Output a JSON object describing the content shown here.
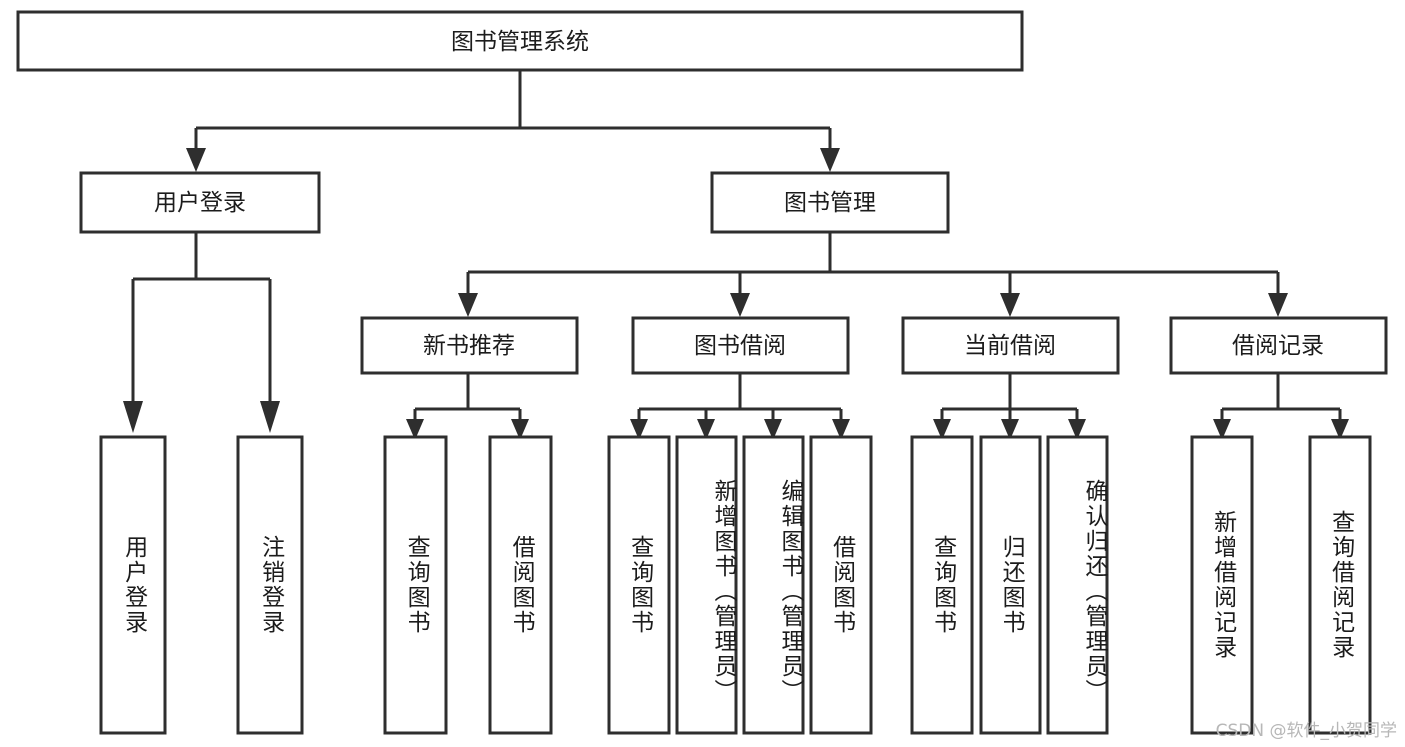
{
  "diagram": {
    "title": "图书管理系统",
    "type": "tree",
    "watermark": "CSDN @软件_小贺同学",
    "colors": {
      "stroke": "#2e2e2e",
      "node_fill": "#ffffff",
      "text": "#1c1c1c",
      "background": "#ffffff",
      "watermark": "#b7b7b7"
    },
    "root": {
      "label": "图书管理系统",
      "orientation": "horizontal"
    },
    "level2": [
      {
        "label": "用户登录",
        "orientation": "horizontal"
      },
      {
        "label": "图书管理",
        "orientation": "horizontal"
      }
    ],
    "level3": [
      {
        "label": "新书推荐",
        "orientation": "horizontal"
      },
      {
        "label": "图书借阅",
        "orientation": "horizontal"
      },
      {
        "label": "当前借阅",
        "orientation": "horizontal"
      },
      {
        "label": "借阅记录",
        "orientation": "horizontal"
      }
    ],
    "leaves": {
      "user_login": [
        {
          "label": "用户登录",
          "orientation": "vertical"
        },
        {
          "label": "注销登录",
          "orientation": "vertical"
        }
      ],
      "new_book_recommend": [
        {
          "label": "查询图书",
          "orientation": "vertical"
        },
        {
          "label": "借阅图书",
          "orientation": "vertical"
        }
      ],
      "book_borrow": [
        {
          "label": "查询图书",
          "orientation": "vertical"
        },
        {
          "label": "新增图书（管理员）",
          "orientation": "vertical"
        },
        {
          "label": "编辑图书（管理员）",
          "orientation": "vertical"
        },
        {
          "label": "借阅图书",
          "orientation": "vertical"
        }
      ],
      "current_borrow": [
        {
          "label": "查询图书",
          "orientation": "vertical"
        },
        {
          "label": "归还图书",
          "orientation": "vertical"
        },
        {
          "label": "确认归还（管理员）",
          "orientation": "vertical"
        }
      ],
      "borrow_record": [
        {
          "label": "新增借阅记录",
          "orientation": "vertical"
        },
        {
          "label": "查询借阅记录",
          "orientation": "vertical"
        }
      ]
    }
  }
}
